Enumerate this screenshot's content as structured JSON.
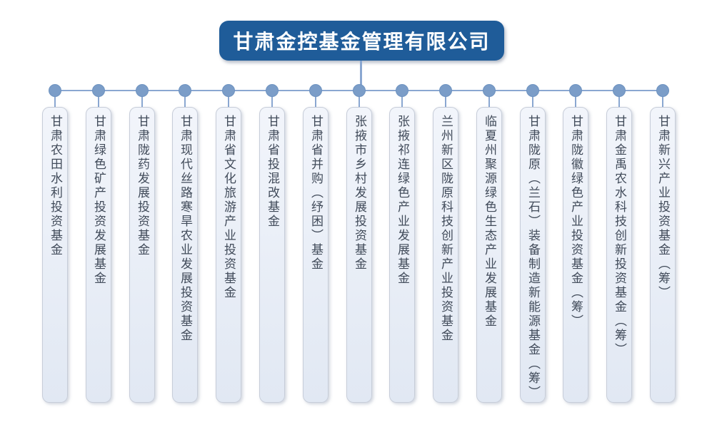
{
  "org_chart": {
    "root": {
      "label": "甘肃金控基金管理有限公司"
    },
    "funds": [
      {
        "label": "甘肃农田水利投资基金"
      },
      {
        "label": "甘肃绿色矿产投资发展基金"
      },
      {
        "label": "甘肃陇药发展投资基金"
      },
      {
        "label": "甘肃现代丝路寒旱农业发展投资基金"
      },
      {
        "label": "甘肃省文化旅游产业投资基金"
      },
      {
        "label": "甘肃省投混改基金"
      },
      {
        "label": "甘肃省并购（纾困）基金"
      },
      {
        "label": "张掖市乡村发展投资基金"
      },
      {
        "label": "张掖祁连绿色产业发展基金"
      },
      {
        "label": "兰州新区陇原科技创新产业投资基金"
      },
      {
        "label": "临夏州聚源绿色生态产业发展基金"
      },
      {
        "label": "甘肃陇原（兰石）装备制造新能源基金（筹）"
      },
      {
        "label": "甘肃陇徽绿色产业投资基金（筹）"
      },
      {
        "label": "甘肃金禹农水科技创新投资基金（筹）"
      },
      {
        "label": "甘肃新兴产业投资基金（筹）"
      }
    ]
  },
  "colors": {
    "title_bg": "#1f5c99",
    "title_text": "#ffffff",
    "connector": "#8aa7d1",
    "dot": "#7b9dc8",
    "box_border": "#c7cdd9",
    "box_bg_top": "#f2f5fb",
    "box_bg_bottom": "#e1e8f3",
    "box_text": "#414b5a",
    "page_bg": "#ffffff"
  }
}
